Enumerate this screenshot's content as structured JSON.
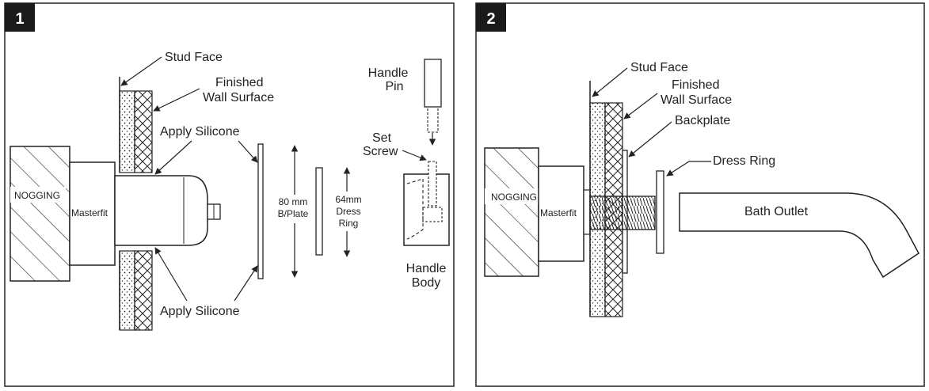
{
  "colors": {
    "line": "#222222",
    "badge_bg": "#1a1a1a",
    "badge_text": "#ffffff",
    "background": "#ffffff"
  },
  "panel1": {
    "step_number": "1",
    "stud_face": "Stud Face",
    "finished_wall_1": "Finished",
    "finished_wall_2": "Wall Surface",
    "apply_silicone_top": "Apply Silicone",
    "apply_silicone_bottom": "Apply Silicone",
    "nogging": "NOGGING",
    "masterfit": "Masterfit",
    "backplate_dim_1": "80 mm",
    "backplate_dim_2": "B/Plate",
    "dress_ring_dim_1": "64mm",
    "dress_ring_dim_2": "Dress",
    "dress_ring_dim_3": "Ring",
    "handle_pin_1": "Handle",
    "handle_pin_2": "Pin",
    "set_screw_1": "Set",
    "set_screw_2": "Screw",
    "handle_body_1": "Handle",
    "handle_body_2": "Body"
  },
  "panel2": {
    "step_number": "2",
    "stud_face": "Stud Face",
    "finished_wall_1": "Finished",
    "finished_wall_2": "Wall Surface",
    "backplate": "Backplate",
    "dress_ring": "Dress Ring",
    "nogging": "NOGGING",
    "masterfit": "Masterfit",
    "bath_outlet": "Bath Outlet"
  }
}
